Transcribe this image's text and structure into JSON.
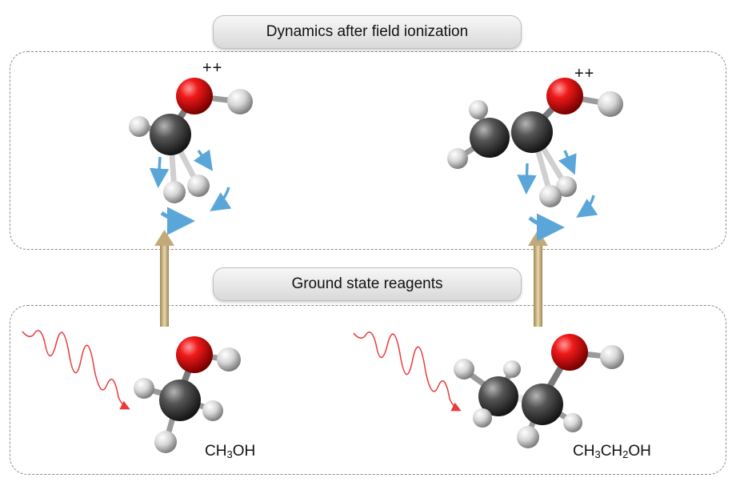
{
  "titles": {
    "top": "Dynamics after field ionization",
    "middle": "Ground state reagents"
  },
  "charges": {
    "methanol": "++",
    "ethanol": "++"
  },
  "formulas": {
    "methanol": [
      "CH",
      "3",
      "OH"
    ],
    "ethanol": [
      "CH",
      "3",
      "CH",
      "2",
      "OH"
    ]
  },
  "colors": {
    "oxygen": "#e0141e",
    "carbon": "#4a4a4a",
    "hydrogen": "#d8d8d8",
    "arrow": "#c2aa78",
    "laser": "#e83a3a",
    "motion": "#5aa6d8"
  }
}
